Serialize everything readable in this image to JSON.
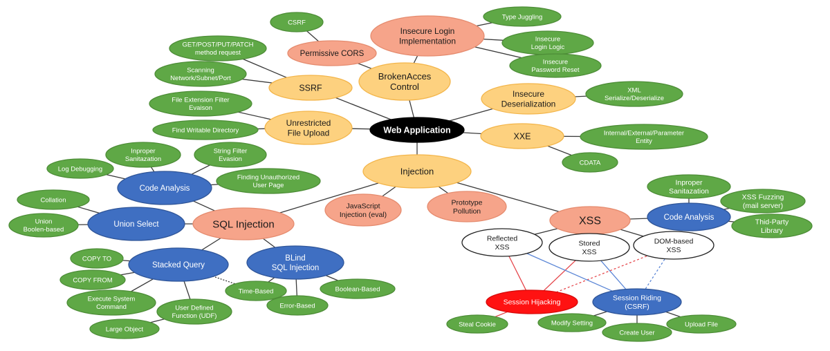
{
  "colors": {
    "center_fill": "#000000",
    "center_text": "#ffffff",
    "yellow_fill": "#fdd17f",
    "yellow_stroke": "#f3b54a",
    "salmon_fill": "#f6a48a",
    "salmon_stroke": "#e58b6e",
    "green_fill": "#5fa846",
    "green_stroke": "#4d8d37",
    "blue_fill": "#3f6fc2",
    "blue_stroke": "#2f5598",
    "red_fill": "#ff1212",
    "red_stroke": "#d60a0a",
    "white_fill": "#ffffff",
    "white_stroke": "#222222",
    "dark_text": "#1a1a1a",
    "light_text": "#ffffff",
    "edge": "#3a3a3a",
    "red_link": "#e5484d",
    "blue_link": "#5b86d6"
  },
  "nodes": {
    "web_application": {
      "lines": [
        "Web Application"
      ]
    },
    "broken_access": {
      "lines": [
        "BrokenAcces",
        "Control"
      ]
    },
    "insecure_login": {
      "lines": [
        "Insecure Login",
        "Implementation"
      ]
    },
    "type_juggling": {
      "lines": [
        "Type Juggling"
      ]
    },
    "insecure_login_logic": {
      "lines": [
        "Insecure",
        "Login Logic"
      ]
    },
    "insecure_password_reset": {
      "lines": [
        "Insecure",
        "Password Reset"
      ]
    },
    "permissive_cors": {
      "lines": [
        "Permissive CORS"
      ]
    },
    "csrf_top": {
      "lines": [
        "CSRF"
      ]
    },
    "ssrf": {
      "lines": [
        "SSRF"
      ]
    },
    "http_methods": {
      "lines": [
        "GET/POST/PUT/PATCH",
        "method request"
      ]
    },
    "scanning": {
      "lines": [
        "Scanning",
        "Network/Subnet/Port"
      ]
    },
    "unrestricted_upload": {
      "lines": [
        "Unrestricted",
        "File Upload"
      ]
    },
    "extension_filter": {
      "lines": [
        "File Extension Filter",
        "Evaison"
      ]
    },
    "writable_dir": {
      "lines": [
        "Find Writable Directory"
      ]
    },
    "insecure_deser": {
      "lines": [
        "Insecure",
        "Deserialization"
      ]
    },
    "xml_serialize": {
      "lines": [
        "XML",
        "Serialize/Deserialize"
      ]
    },
    "xxe": {
      "lines": [
        "XXE"
      ]
    },
    "xxe_entity": {
      "lines": [
        "Internal/External/Parameter",
        "Entity"
      ]
    },
    "cdata": {
      "lines": [
        "CDATA"
      ]
    },
    "injection": {
      "lines": [
        "Injection"
      ]
    },
    "js_injection": {
      "lines": [
        "JavaScript",
        "Injection (eval)"
      ]
    },
    "prototype_pollution": {
      "lines": [
        "Prototype",
        "Pollution"
      ]
    },
    "sql_injection": {
      "lines": [
        "SQL Injection"
      ]
    },
    "code_analysis_sql": {
      "lines": [
        "Code Analysis"
      ]
    },
    "inproper_sanit_sql": {
      "lines": [
        "Inproper",
        "Sanitazation"
      ]
    },
    "string_filter": {
      "lines": [
        "String Filter",
        "Evasion"
      ]
    },
    "log_debugging": {
      "lines": [
        "Log Debugging"
      ]
    },
    "unauth_user_page": {
      "lines": [
        "Finding Unauthorized",
        "User Page"
      ]
    },
    "union_select": {
      "lines": [
        "Union Select"
      ]
    },
    "collation": {
      "lines": [
        "Collation"
      ]
    },
    "union_boolen": {
      "lines": [
        "Union",
        "Boolen-based"
      ]
    },
    "stacked_query": {
      "lines": [
        "Stacked Query"
      ]
    },
    "copy_to": {
      "lines": [
        "COPY TO"
      ]
    },
    "copy_from": {
      "lines": [
        "COPY FROM"
      ]
    },
    "exec_system": {
      "lines": [
        "Execute System",
        "Command"
      ]
    },
    "udf": {
      "lines": [
        "User Defined",
        "Function (UDF)"
      ]
    },
    "large_object": {
      "lines": [
        "Large Object"
      ]
    },
    "blind_sqli": {
      "lines": [
        "BLind",
        "SQL Injection"
      ]
    },
    "time_based": {
      "lines": [
        "Time-Based"
      ]
    },
    "error_based": {
      "lines": [
        "Error-Based"
      ]
    },
    "boolean_based": {
      "lines": [
        "Boolean-Based"
      ]
    },
    "xss": {
      "lines": [
        "XSS"
      ]
    },
    "code_analysis_xss": {
      "lines": [
        "Code Analysis"
      ]
    },
    "inproper_sanit_xss": {
      "lines": [
        "Inproper",
        "Sanitazation"
      ]
    },
    "xss_fuzzing": {
      "lines": [
        "XSS Fuzzing",
        "(mail server)"
      ]
    },
    "third_party": {
      "lines": [
        "Thid-Party",
        "Library"
      ]
    },
    "reflected_xss": {
      "lines": [
        "Reflected",
        "XSS"
      ]
    },
    "stored_xss": {
      "lines": [
        "Stored",
        "XSS"
      ]
    },
    "dom_xss": {
      "lines": [
        "DOM-based",
        "XSS"
      ]
    },
    "session_hijacking": {
      "lines": [
        "Session Hijacking"
      ]
    },
    "session_riding": {
      "lines": [
        "Session Riding",
        "(CSRF)"
      ]
    },
    "steal_cookie": {
      "lines": [
        "Steal Cookie"
      ]
    },
    "modify_setting": {
      "lines": [
        "Modify Setting"
      ]
    },
    "create_user": {
      "lines": [
        "Create User"
      ]
    },
    "upload_file": {
      "lines": [
        "Upload File"
      ]
    }
  }
}
